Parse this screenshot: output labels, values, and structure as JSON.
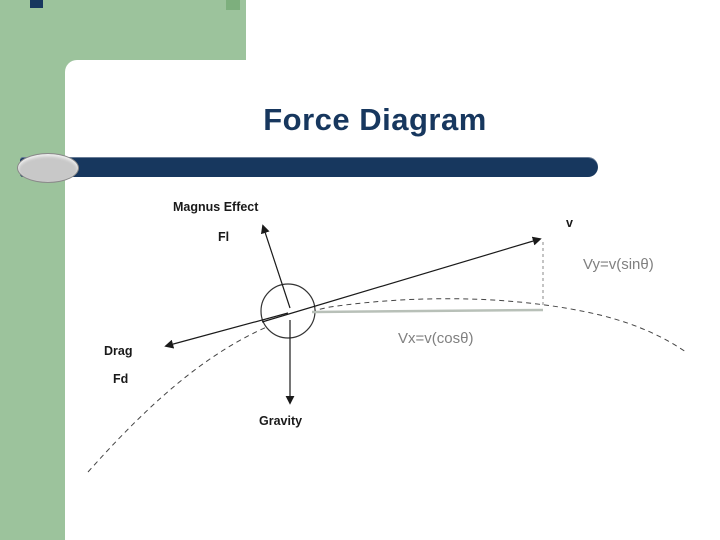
{
  "slide": {
    "title": "Force Diagram"
  },
  "diagram": {
    "magnus_label": "Magnus Effect",
    "lift_symbol": "Fl",
    "velocity_symbol": "v",
    "vy_formula": "Vy=v(sinθ)",
    "vx_formula": "Vx=v(cosθ)",
    "drag_label": "Drag",
    "drag_symbol": "Fd",
    "gravity_label": "Gravity"
  },
  "colors": {
    "sidebar_green": "#9CC39C",
    "accent_green": "#7DAF7D",
    "title_navy": "#17375E",
    "bar_navy": "#17375E",
    "ellipse_gray": "#C8C8C8",
    "formula_gray": "#808080",
    "line_black": "#1a1a1a"
  }
}
